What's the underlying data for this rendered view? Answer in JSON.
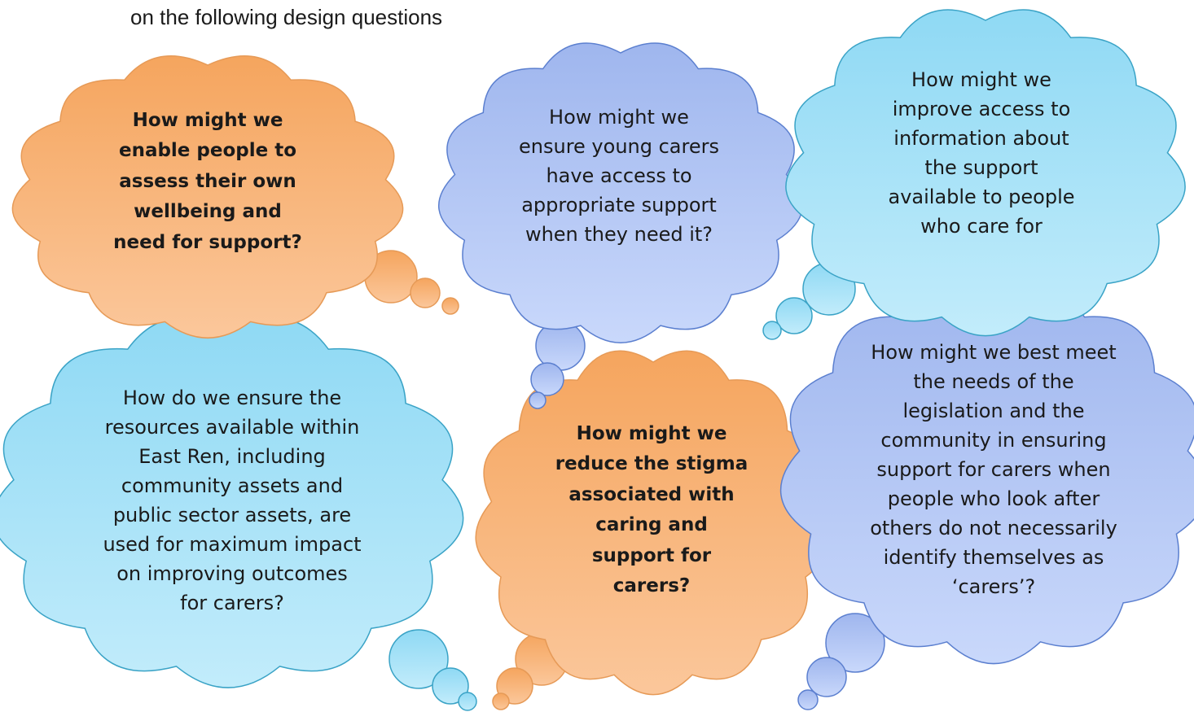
{
  "heading": "on the following design questions",
  "colors": {
    "orange": "#f6b77f",
    "orange_dark": "#e69a57",
    "blue": "#aec3f3",
    "blue_dark": "#5b7fcf",
    "cyan": "#a6e2f8",
    "cyan_dark": "#3aa3c6"
  },
  "bubbles": [
    {
      "id": "assess-wellbeing",
      "color": "orange",
      "lines": [
        "How might we",
        "enable people to",
        "assess their own",
        "wellbeing and",
        "need for support?"
      ]
    },
    {
      "id": "young-carers",
      "color": "blue",
      "lines": [
        "How might we",
        "ensure young carers",
        "have access to",
        "appropriate support",
        "when they need it?"
      ]
    },
    {
      "id": "improve-access",
      "color": "cyan",
      "lines": [
        "How might we",
        "improve access to",
        "information about",
        "the support",
        "available to people",
        "who care for"
      ]
    },
    {
      "id": "resources",
      "color": "cyan",
      "lines": [
        "How do we ensure the",
        "resources available within",
        "East Ren, including",
        "community assets and",
        "public sector assets, are",
        "used for maximum impact",
        "on improving outcomes",
        "for carers?"
      ]
    },
    {
      "id": "reduce-stigma",
      "color": "orange",
      "lines": [
        "How might we",
        "reduce the stigma",
        "associated with",
        "caring and",
        "support for",
        "carers?"
      ]
    },
    {
      "id": "legislation",
      "color": "blue",
      "lines": [
        "How might we best meet",
        "the needs of the",
        "legislation and the",
        "community in ensuring",
        "support for carers when",
        "people who look after",
        "others do not necessarily",
        "identify themselves as",
        "‘carers’?"
      ]
    }
  ]
}
